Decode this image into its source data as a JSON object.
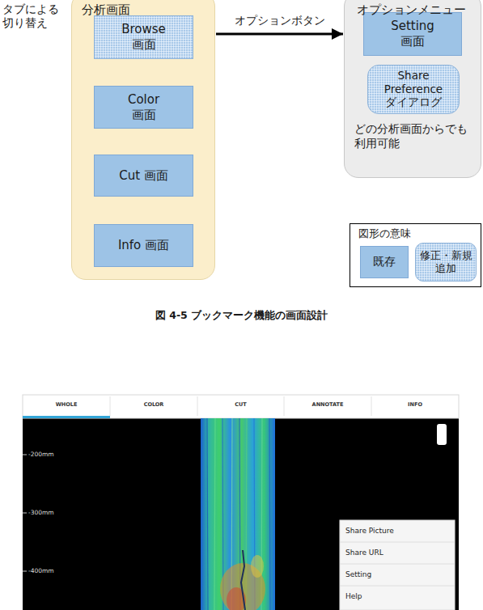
{
  "diagram": {
    "caption": "図 4-5 ブックマーク機能の画面設計",
    "nodes": [
      {
        "text": [
          "分析画面"
        ]
      },
      {
        "text": [
          "Browse 画面"
        ],
        "in": 0
      },
      {
        "text": [
          "Color 画面"
        ],
        "in": 0
      },
      {
        "text": [
          "Cut 画面"
        ],
        "in": 0
      },
      {
        "text": [
          "Info 画面"
        ],
        "in": 0
      },
      {
        "text": [
          "オプションメニュー",
          "どの分析画面からでも 利用可能"
        ]
      },
      {
        "text": [
          "Setting 画面"
        ],
        "in": 5
      },
      {
        "text": [
          "Share Preference ダイアログ"
        ],
        "in": 5
      }
    ],
    "edges": [
      {
        "from": 1,
        "to": 2,
        "arrow": "both"
      },
      {
        "from": 2,
        "to": 3,
        "arrow": "both"
      },
      {
        "from": 3,
        "to": 4,
        "arrow": "both"
      },
      {
        "from": 0,
        "to": 5,
        "label": "オプションボタン",
        "arrow": "to"
      }
    ],
    "labels": [
      "タブによる 切り替え",
      "図形の意味",
      "WHOLE",
      "COLOR",
      "CUT",
      "ANNOTATE",
      "INFO",
      "-200mm",
      "-300mm",
      "-400mm",
      "Share Picture",
      "Share URL",
      "Setting",
      "Help"
    ],
    "legend": [
      {
        "text": "既存",
        "color": "#9dc3e6"
      },
      {
        "text": "修正・新規追加"
      }
    ]
  }
}
